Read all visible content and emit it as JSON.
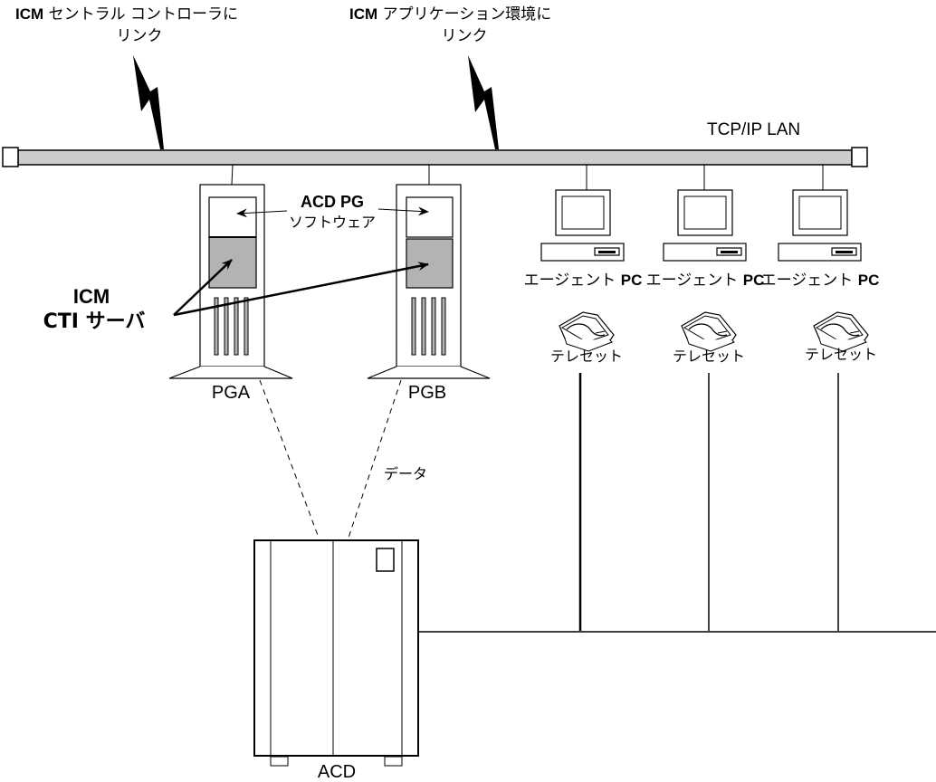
{
  "labels": {
    "central_link_bold": "ICM",
    "central_link_text": "セントラル コントローラに",
    "central_link_line2": "リンク",
    "app_link_bold": "ICM",
    "app_link_text": "アプリケーション環境に",
    "app_link_line2": "リンク",
    "lan": "TCP/IP LAN",
    "acd_pg_bold": "ACD PG",
    "acd_pg_software": "ソフトウェア",
    "cti_line1": "ICM",
    "cti_line2": "CTI サーバ",
    "pga": "PGA",
    "pgb": "PGB",
    "data": "データ",
    "acd": "ACD"
  },
  "agents": [
    {
      "pc_text": "エージェント",
      "pc_bold": "PC",
      "phone": "テレセット"
    },
    {
      "pc_text": "エージェント",
      "pc_bold": "PC",
      "phone": "テレセット"
    },
    {
      "pc_text": "エージェント",
      "pc_bold": "PC",
      "phone": "テレセット"
    }
  ],
  "colors": {
    "lan_bar": "#cccccc",
    "server_panel": "#b3b3b3",
    "vent": "#b3b3b3",
    "stroke": "#000000",
    "background": "#ffffff"
  }
}
